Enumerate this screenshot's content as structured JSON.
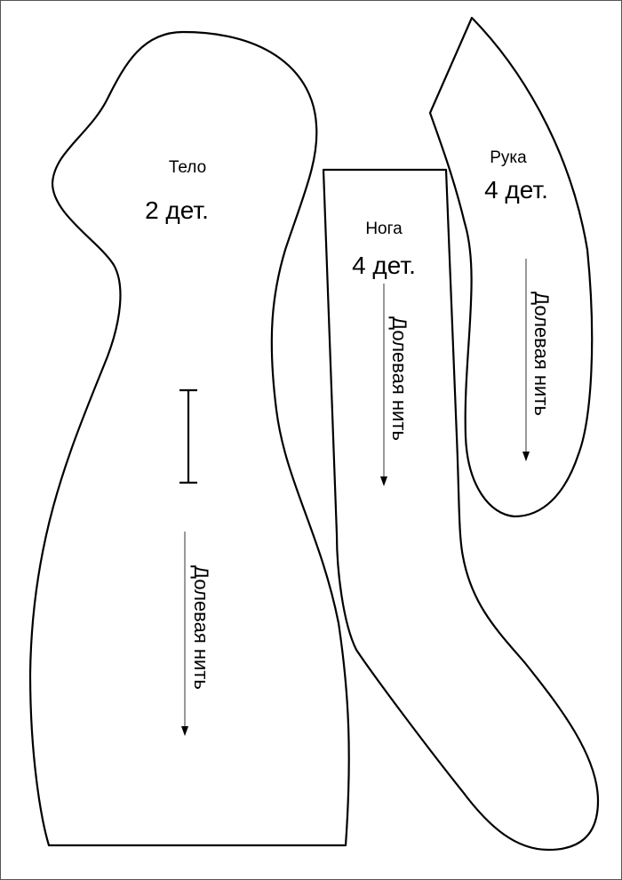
{
  "pieces": {
    "body": {
      "name": "Тело",
      "count": "2 дет.",
      "grain": "Долевая нить"
    },
    "leg": {
      "name": "Нога",
      "count": "4 дет.",
      "grain": "Долевая нить"
    },
    "arm": {
      "name": "Рука",
      "count": "4 дет.",
      "grain": "Долевая нить"
    }
  },
  "colors": {
    "line": "#000000",
    "background": "#ffffff",
    "frame": "#555555"
  }
}
